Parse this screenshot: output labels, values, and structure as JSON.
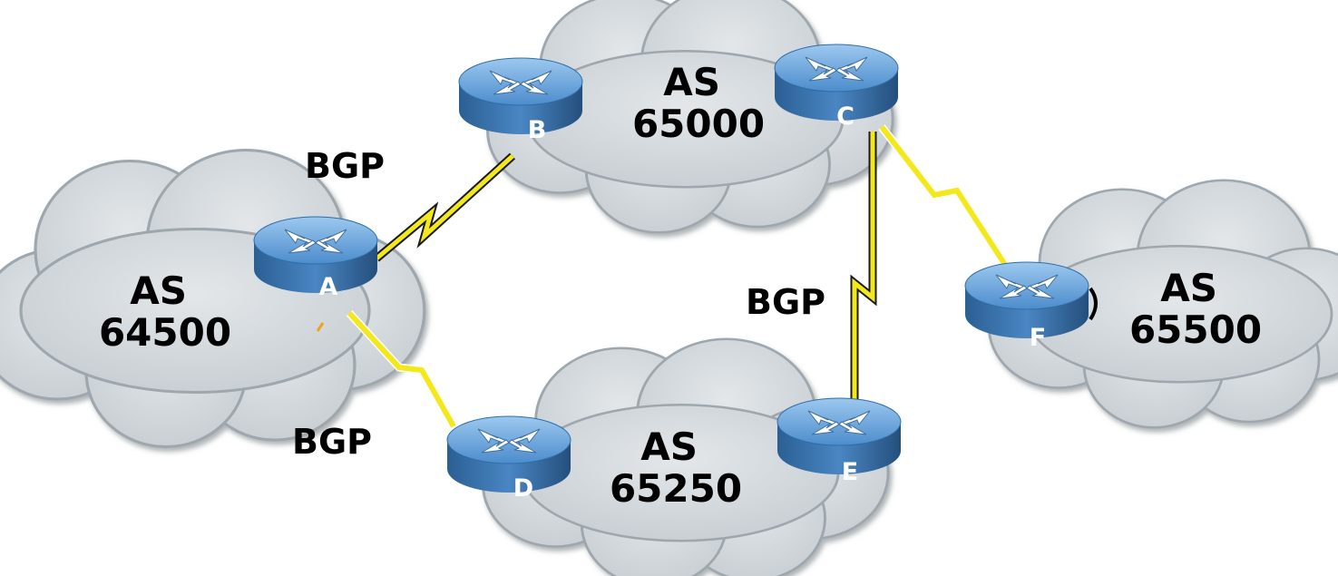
{
  "autonomous_systems": [
    {
      "id": "as64500",
      "line1": "AS",
      "line2": "64500"
    },
    {
      "id": "as65000",
      "line1": "AS",
      "line2": "65000"
    },
    {
      "id": "as65250",
      "line1": "AS",
      "line2": "65250"
    },
    {
      "id": "as65500",
      "line1": "AS",
      "line2": "65500"
    }
  ],
  "routers": [
    {
      "id": "A",
      "label": "A"
    },
    {
      "id": "B",
      "label": "B"
    },
    {
      "id": "C",
      "label": "C"
    },
    {
      "id": "D",
      "label": "D"
    },
    {
      "id": "E",
      "label": "E"
    },
    {
      "id": "F",
      "label": "F"
    }
  ],
  "links": [
    {
      "from": "A",
      "to": "B"
    },
    {
      "from": "A",
      "to": "D"
    },
    {
      "from": "C",
      "to": "E"
    },
    {
      "from": "C",
      "to": "F"
    }
  ],
  "bgp_labels": [
    "BGP",
    "BGP",
    "BGP"
  ],
  "colors": {
    "cloud_fill": "#cfd5d9",
    "cloud_stroke": "#9aa3a9",
    "link": "#f3e81c",
    "router_top": "#5f9fd6",
    "router_side": "#2d6ea8"
  }
}
